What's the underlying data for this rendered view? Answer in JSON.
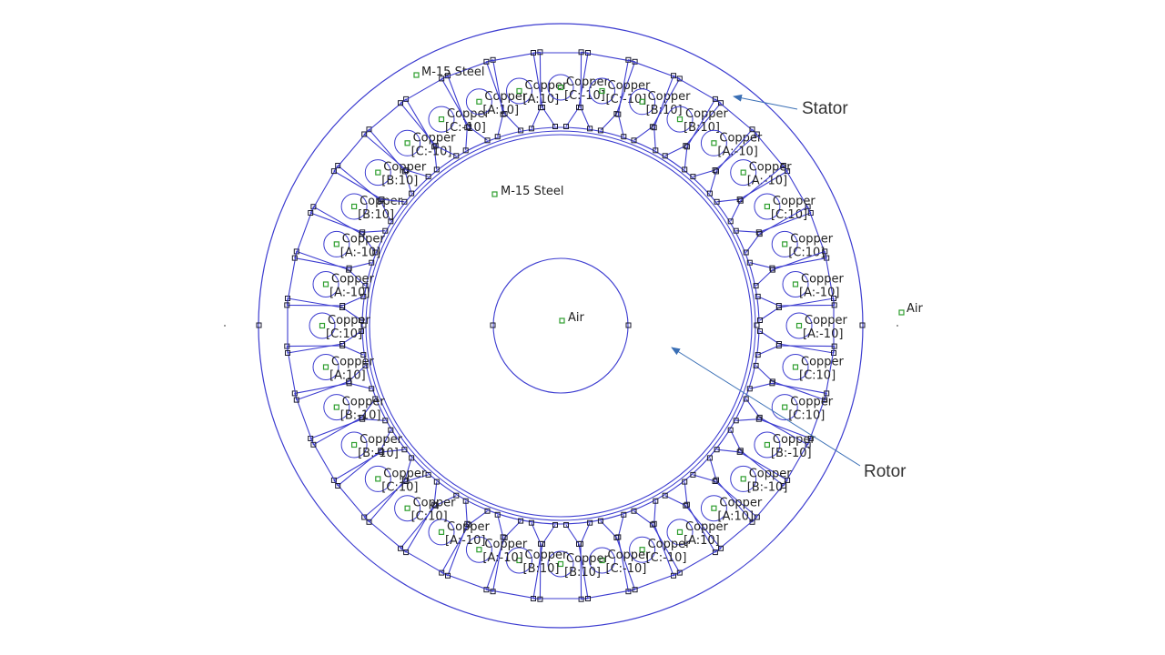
{
  "colors": {
    "geometry": "#3c3cd0",
    "node_marker": "#1a1a2e",
    "label_marker": "#2e9e2e",
    "label_text": "#222222",
    "callout_arrow": "#3a6fb5",
    "callout_text": "#333333"
  },
  "callouts": {
    "stator": "Stator",
    "rotor": "Rotor"
  },
  "region_labels": {
    "stator_material": "M-15 Steel",
    "rotor_material": "M-15 Steel",
    "shaft": "Air",
    "outer": "Air"
  },
  "slot_material": "Copper",
  "slots": [
    {
      "angle_deg": 0,
      "circuit": "[A:-10]"
    },
    {
      "angle_deg": 10,
      "circuit": "[C:10]"
    },
    {
      "angle_deg": 20,
      "circuit": "[C:10]"
    },
    {
      "angle_deg": 30,
      "circuit": "[B:-10]"
    },
    {
      "angle_deg": 40,
      "circuit": "[B:-10]"
    },
    {
      "angle_deg": 50,
      "circuit": "[A:10]"
    },
    {
      "angle_deg": 60,
      "circuit": "[A:10]"
    },
    {
      "angle_deg": 70,
      "circuit": "[C:-10]"
    },
    {
      "angle_deg": 80,
      "circuit": "[C:-10]"
    },
    {
      "angle_deg": 90,
      "circuit": "[B:10]"
    },
    {
      "angle_deg": 100,
      "circuit": "[B:10]"
    },
    {
      "angle_deg": 110,
      "circuit": "[A:-10]"
    },
    {
      "angle_deg": 120,
      "circuit": "[A:-10]"
    },
    {
      "angle_deg": 130,
      "circuit": "[C:10]"
    },
    {
      "angle_deg": 140,
      "circuit": "[C:10]"
    },
    {
      "angle_deg": 150,
      "circuit": "[B:-10]"
    },
    {
      "angle_deg": 160,
      "circuit": "[B:-10]"
    },
    {
      "angle_deg": 170,
      "circuit": "[A:10]"
    },
    {
      "angle_deg": 180,
      "circuit": "[C:10]"
    },
    {
      "angle_deg": 190,
      "circuit": "[A:-10]"
    },
    {
      "angle_deg": 200,
      "circuit": "[A:-10]"
    },
    {
      "angle_deg": 210,
      "circuit": "[B:10]"
    },
    {
      "angle_deg": 220,
      "circuit": "[B:10]"
    },
    {
      "angle_deg": 230,
      "circuit": "[C:-10]"
    },
    {
      "angle_deg": 240,
      "circuit": "[C:-10]"
    },
    {
      "angle_deg": 250,
      "circuit": "[A:10]"
    },
    {
      "angle_deg": 260,
      "circuit": "[A:10]"
    },
    {
      "angle_deg": 270,
      "circuit": "[C:-10]"
    },
    {
      "angle_deg": 280,
      "circuit": "[C:-10]"
    },
    {
      "angle_deg": 290,
      "circuit": "[B:10]"
    },
    {
      "angle_deg": 300,
      "circuit": "[B:10]"
    },
    {
      "angle_deg": 310,
      "circuit": "[A:-10]"
    },
    {
      "angle_deg": 320,
      "circuit": "[A:-10]"
    },
    {
      "angle_deg": 330,
      "circuit": "[C:10]"
    },
    {
      "angle_deg": 340,
      "circuit": "[C:10]"
    },
    {
      "angle_deg": 350,
      "circuit": "[A:-10]"
    }
  ]
}
